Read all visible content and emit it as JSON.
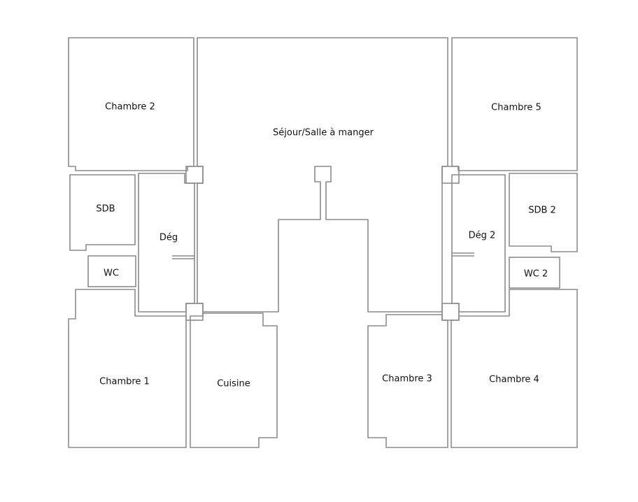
{
  "plan": {
    "wall_color": "#8c8c8c",
    "label_color": "#111111",
    "background": "#ffffff"
  },
  "rooms": {
    "chambre_2": "Chambre 2",
    "sejour": "Séjour/Salle à manger",
    "chambre_5": "Chambre 5",
    "sdb": "SDB",
    "deg": "Dég",
    "wc": "WC",
    "deg_2": "Dég 2",
    "sdb_2": "SDB 2",
    "wc_2": "WC 2",
    "chambre_1": "Chambre 1",
    "cuisine": "Cuisine",
    "chambre_3": "Chambre 3",
    "chambre_4": "Chambre 4"
  }
}
